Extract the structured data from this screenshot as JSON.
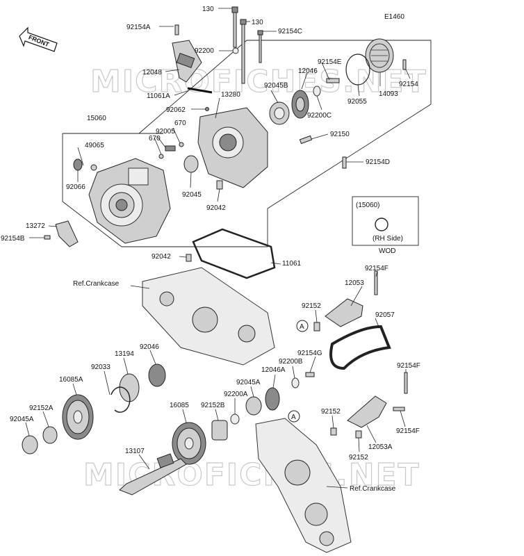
{
  "diagram": {
    "code": "E1460",
    "front_label": "FRONT",
    "watermark": "MICROFICHES.NET",
    "inset": {
      "ref": "(15060)",
      "side": "(RH Side)",
      "note": "WOD"
    },
    "labels": {
      "l_130a": "130",
      "l_130b": "130",
      "l_92154a": "92154A",
      "l_92154c": "92154C",
      "l_92200": "92200",
      "l_12048": "12048",
      "l_11061a": "11061A",
      "l_13280": "13280",
      "l_92062": "92062",
      "l_15060": "15060",
      "l_670a": "670",
      "l_670b": "670",
      "l_92005": "92005",
      "l_49065": "49065",
      "l_92066": "92066",
      "l_92045": "92045",
      "l_92042a": "92042",
      "l_13272": "13272",
      "l_92154b": "92154B",
      "l_92042b": "92042",
      "l_11061": "11061",
      "l_refcrank1": "Ref.Crankcase",
      "l_92154e": "92154E",
      "l_12046": "12046",
      "l_92045b": "92045B",
      "l_92200c": "92200C",
      "l_92055": "92055",
      "l_14093": "14093",
      "l_92154": "92154",
      "l_92150": "92150",
      "l_92154d": "92154D",
      "l_92154f1": "92154F",
      "l_12053": "12053",
      "l_92152a": "92152",
      "l_circleA1": "A",
      "l_92057": "92057",
      "l_92154g": "92154G",
      "l_92200b": "92200B",
      "l_12046a": "12046A",
      "l_92045a1": "92045A",
      "l_13194": "13194",
      "l_92046": "92046",
      "l_92033": "92033",
      "l_16085a": "16085A",
      "l_92152a2": "92152A",
      "l_92045a2": "92045A",
      "l_92200a": "92200A",
      "l_16085": "16085",
      "l_92152b": "92152B",
      "l_circleA2": "A",
      "l_92154f2": "92154F",
      "l_92152b2": "92152",
      "l_92154f3": "92154F",
      "l_12053a": "12053A",
      "l_92152c": "92152",
      "l_13107": "13107",
      "l_refcrank2": "Ref.Crankcase"
    }
  }
}
